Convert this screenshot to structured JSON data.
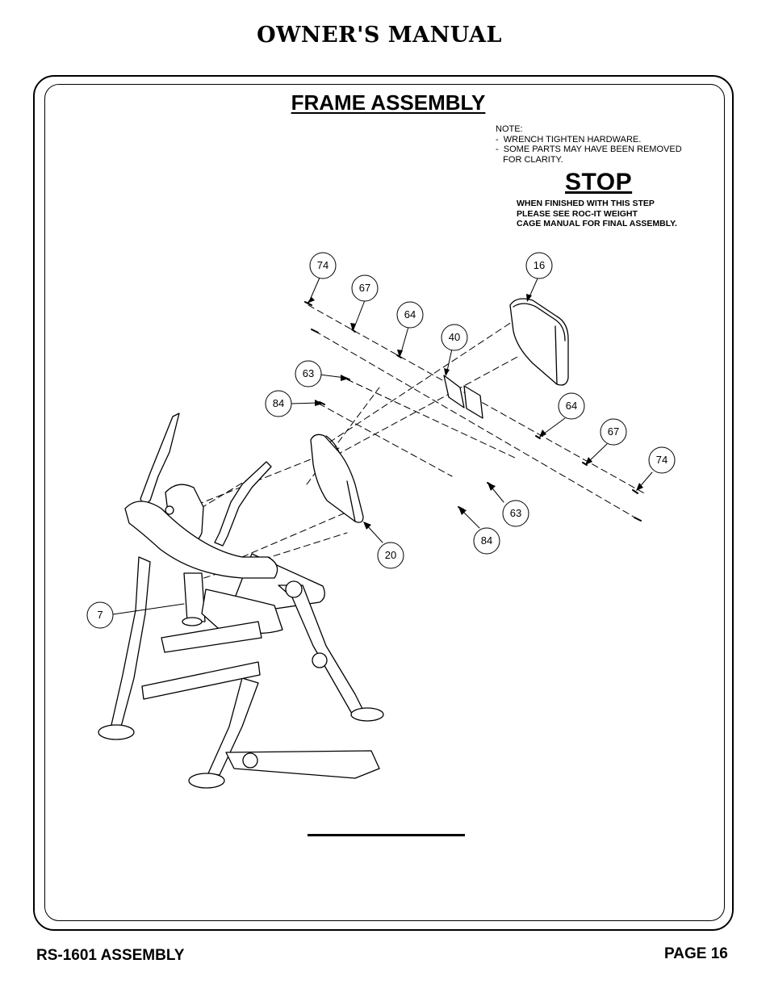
{
  "header": {
    "title": "OWNER'S MANUAL"
  },
  "section": {
    "title": "FRAME ASSEMBLY"
  },
  "note": {
    "lines": [
      "NOTE:",
      "-  WRENCH TIGHTEN HARDWARE.",
      "-  SOME PARTS MAY HAVE BEEN REMOVED",
      "   FOR CLARITY."
    ]
  },
  "stop": {
    "title": "STOP",
    "lines": [
      "WHEN FINISHED WITH THIS STEP",
      "PLEASE SEE ROC-IT WEIGHT",
      "CAGE MANUAL FOR FINAL ASSEMBLY."
    ]
  },
  "callouts": [
    "74",
    "67",
    "64",
    "40",
    "63",
    "84",
    "16",
    "64",
    "67",
    "74",
    "63",
    "84",
    "20",
    "7"
  ],
  "footer": {
    "left": "RS-1601 ASSEMBLY",
    "right": "PAGE 16"
  }
}
